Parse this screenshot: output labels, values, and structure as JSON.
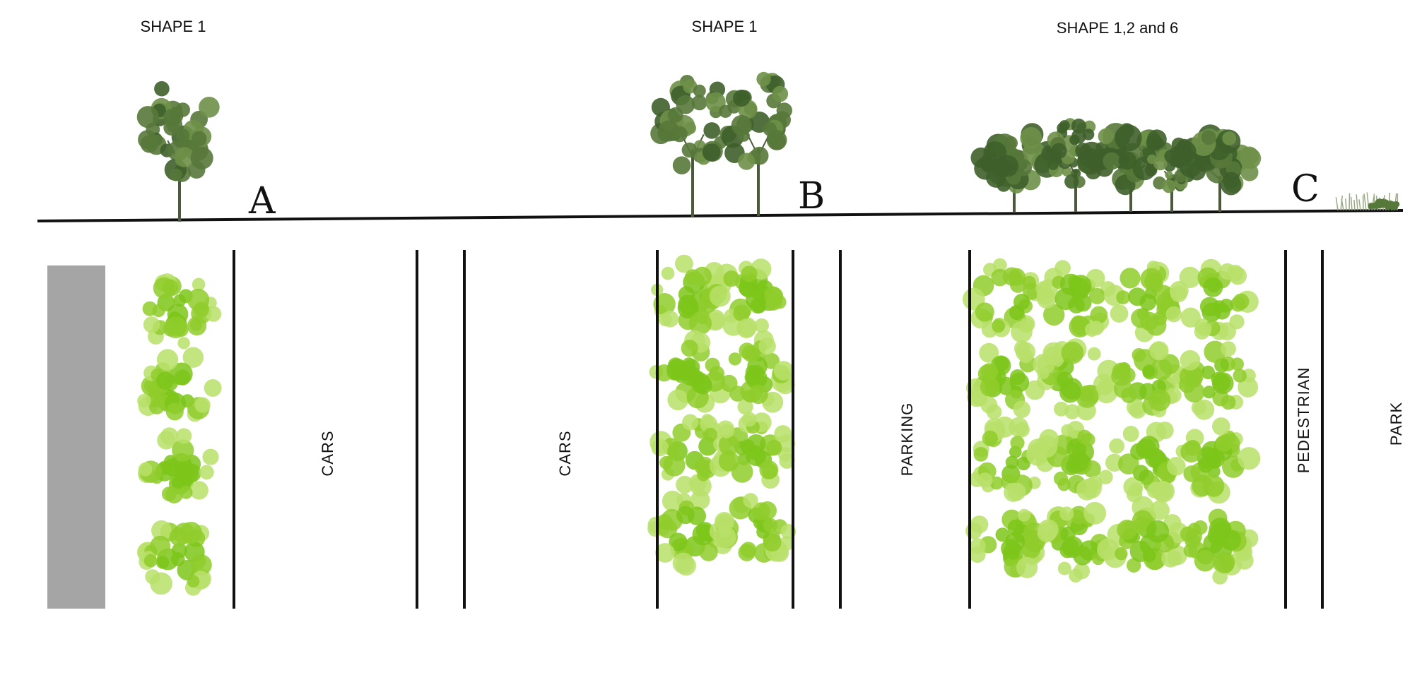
{
  "colors": {
    "ground": "#111111",
    "divider": "#111111",
    "building": "#a5a5a5",
    "tree_dark": "#3e5f2a",
    "tree_mid": "#56783a",
    "tree_light": "#6e9048",
    "trunk": "#4a5a3a",
    "shrub": "#8fcc2c",
    "shrub_light": "#b8e06a",
    "shrub_dark": "#7cc51a"
  },
  "section": {
    "titles": [
      "SHAPE 1",
      "SHAPE 1",
      "SHAPE 1,2 and 6"
    ],
    "letters": [
      "A",
      "B",
      "C"
    ]
  },
  "plan": {
    "lanes": [
      "CARS",
      "CARS",
      "PARKING",
      "PEDESTRIAN",
      "PARK"
    ]
  }
}
